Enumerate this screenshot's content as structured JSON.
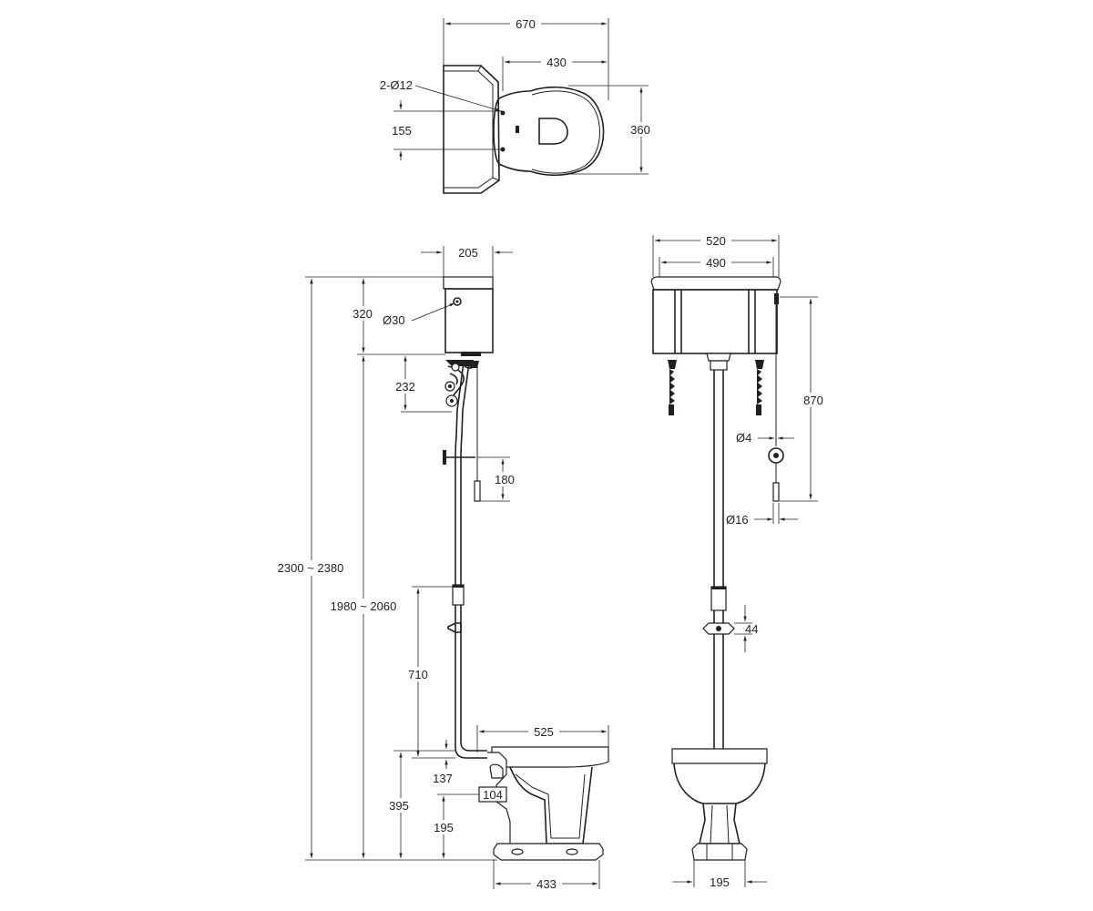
{
  "dimensions": {
    "top_overall_width": "670",
    "top_bowl_length": "430",
    "top_bolt_holes": "2-Ø12",
    "top_hole_spacing": "155",
    "top_bowl_width": "360",
    "side_cistern_depth": "205",
    "side_cistern_height": "320",
    "side_inlet_dia": "Ø30",
    "side_bracket_height": "232",
    "side_pull_offset": "180",
    "side_total_height": "2300 ~ 2380",
    "side_cistern_base_height": "1980 ~ 2060",
    "side_pipe_height": "710",
    "side_bowl_length": "525",
    "side_flush_inlet_height": "137",
    "side_outlet_dia": "104",
    "side_pan_height": "395",
    "side_outlet_height": "195",
    "side_base_length": "433",
    "front_cistern_width": "520",
    "front_lid_width": "490",
    "front_chain_length": "870",
    "front_chain_dia": "Ø4",
    "front_handle_dia": "Ø16",
    "front_clip": "44",
    "front_base_width": "195"
  }
}
